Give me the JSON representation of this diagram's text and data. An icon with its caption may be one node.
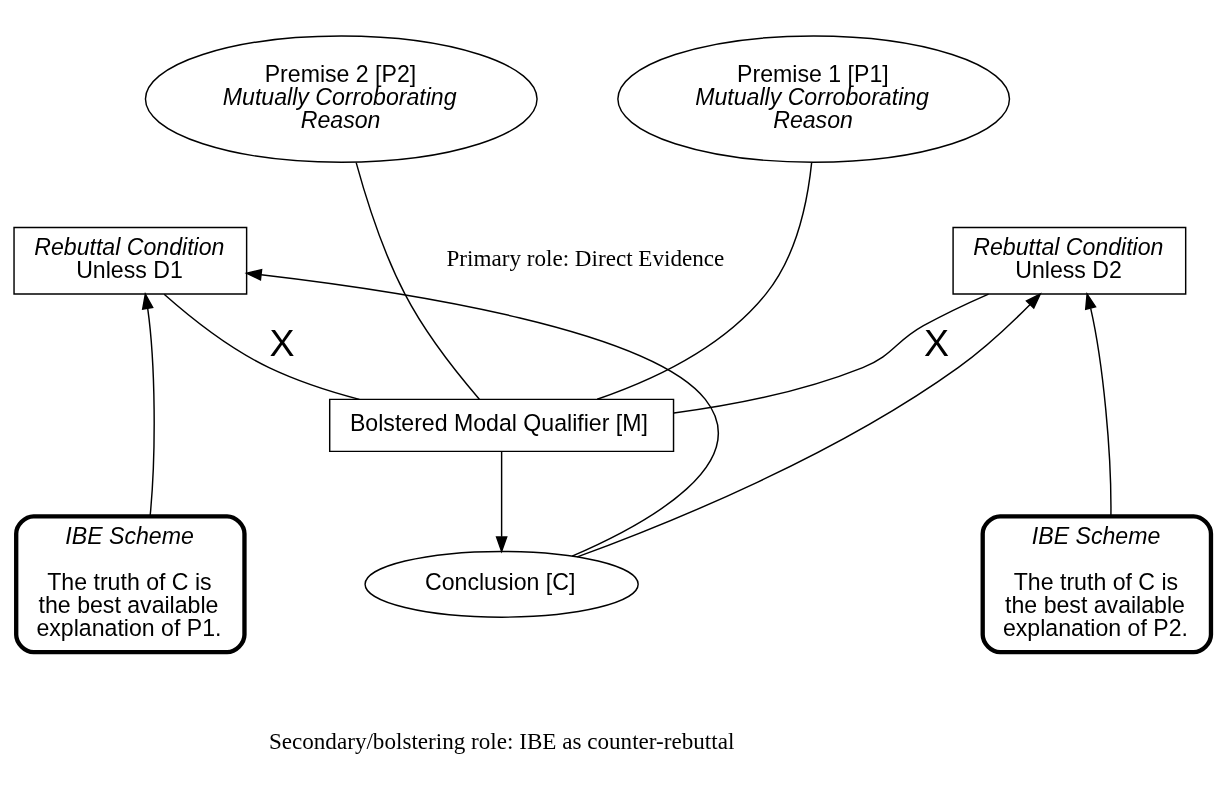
{
  "diagram": {
    "nodes": [
      {
        "text": [
          "Premise 1 [P1]",
          "Mutually Corroborating Reason"
        ]
      },
      {
        "text": [
          "Premise 2 [P2]",
          "Mutually Corroborating Reason"
        ]
      },
      {
        "text": [
          "Rebuttal Condition",
          "Unless D1"
        ]
      },
      {
        "text": [
          "Rebuttal Condition",
          "Unless D2"
        ]
      },
      {
        "text": [
          "Bolstered Modal Qualifier [M]"
        ]
      },
      {
        "text": [
          "IBE Scheme",
          "The truth of C is the best available explanation of P1."
        ]
      },
      {
        "text": [
          "Conclusion [C]"
        ]
      },
      {
        "text": [
          "IBE Scheme",
          "The truth of C is the best available explanation of P2."
        ]
      }
    ],
    "edges": [
      {
        "from": 0,
        "to": 4,
        "arrow": "none"
      },
      {
        "from": 1,
        "to": 4,
        "arrow": "none"
      },
      {
        "from": 2,
        "to": 4,
        "arrow": "none",
        "label": "X"
      },
      {
        "from": 3,
        "to": 4,
        "arrow": "none",
        "label": "X"
      },
      {
        "from": 4,
        "to": 6,
        "arrow": "to"
      },
      {
        "from": 6,
        "to": 2,
        "arrow": "to"
      },
      {
        "from": 5,
        "to": 2,
        "arrow": "to"
      },
      {
        "from": 6,
        "to": 3,
        "arrow": "to"
      },
      {
        "from": 7,
        "to": 3,
        "arrow": "to"
      }
    ],
    "labels": [
      "Primary role: Direct Evidence",
      "Secondary/bolstering role: IBE as counter-rebuttal"
    ]
  }
}
